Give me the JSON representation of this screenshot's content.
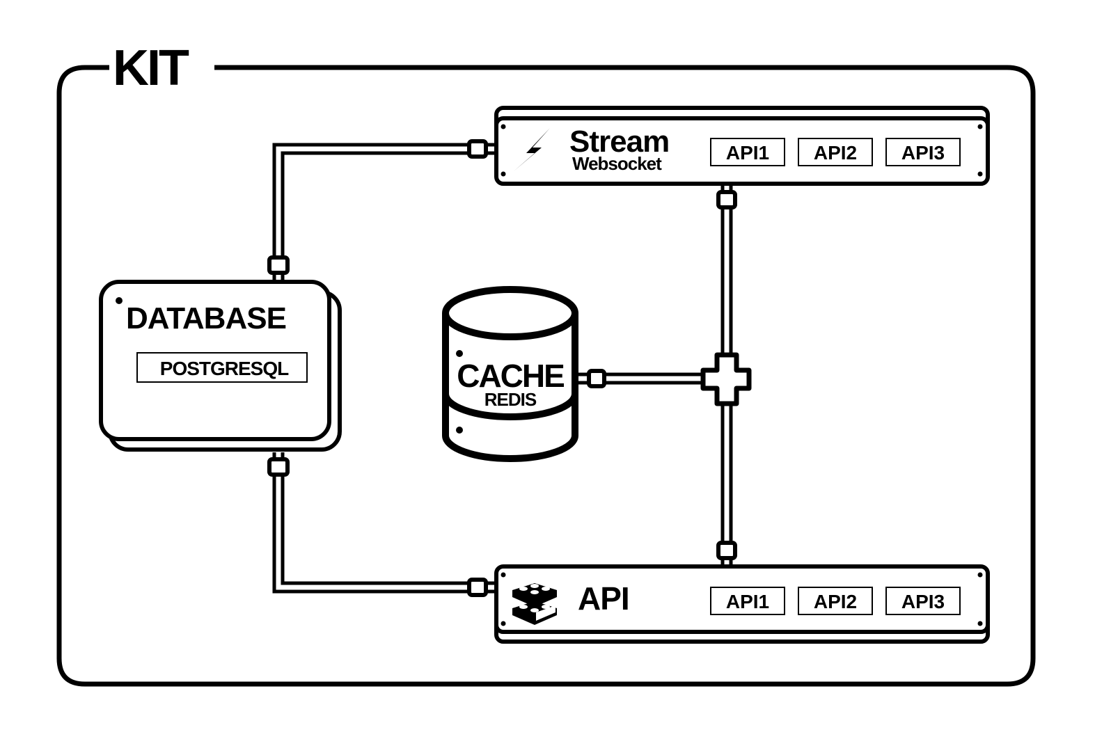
{
  "colors": {
    "ink": "#000000",
    "paper": "#ffffff"
  },
  "container": {
    "title": "KIT"
  },
  "nodes": {
    "stream": {
      "title": "Stream",
      "subtitle": "Websocket",
      "icon": "lightning-icon",
      "apis": [
        "API1",
        "API2",
        "API3"
      ]
    },
    "api": {
      "title": "API",
      "icon": "lego-bricks-icon",
      "apis": [
        "API1",
        "API2",
        "API3"
      ]
    },
    "database": {
      "title": "DATABASE",
      "subtitle": "POSTGRESQL"
    },
    "cache": {
      "title": "CACHE",
      "subtitle": "REDIS",
      "icon": "cylinder-icon"
    }
  },
  "edges": [
    {
      "from": "database",
      "to": "stream"
    },
    {
      "from": "database",
      "to": "api"
    },
    {
      "from": "cache",
      "to": "junction"
    },
    {
      "from": "stream",
      "to": "junction"
    },
    {
      "from": "junction",
      "to": "api"
    }
  ]
}
